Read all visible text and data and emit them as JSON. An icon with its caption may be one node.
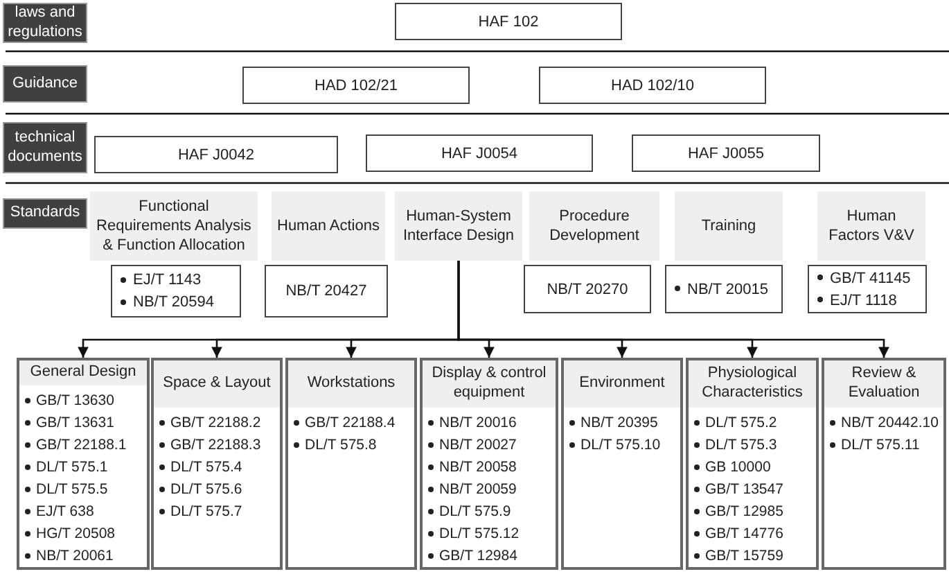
{
  "diagram": {
    "nodes": [
      {
        "text": [
          "laws and regulations"
        ]
      },
      {
        "text": [
          "HAF 102"
        ]
      },
      {
        "text": [
          "Guidance"
        ]
      },
      {
        "text": [
          "HAD 102/21"
        ]
      },
      {
        "text": [
          "HAD 102/10"
        ]
      },
      {
        "text": [
          "technical documents"
        ]
      },
      {
        "text": [
          "HAF J0042"
        ]
      },
      {
        "text": [
          "HAF J0054"
        ]
      },
      {
        "text": [
          "HAF J0055"
        ]
      },
      {
        "text": [
          "Standards"
        ]
      },
      {
        "text": [
          "Functional Requirements Analysis & Function Allocation"
        ]
      },
      {
        "text": [
          "EJ/T 1143",
          "NB/T 20594"
        ]
      },
      {
        "text": [
          "Human Actions"
        ]
      },
      {
        "text": [
          "NB/T 20427"
        ]
      },
      {
        "text": [
          "Human-System Interface Design"
        ]
      },
      {
        "text": [
          "Procedure Development"
        ]
      },
      {
        "text": [
          "NB/T 20270"
        ]
      },
      {
        "text": [
          "Training"
        ]
      },
      {
        "text": [
          "NB/T 20015"
        ]
      },
      {
        "text": [
          "Human Factors V&V"
        ]
      },
      {
        "text": [
          "GB/T 41145",
          "EJ/T 1118"
        ]
      },
      {
        "text": [
          "General Design",
          "GB/T 13630",
          "GB/T 13631",
          "GB/T 22188.1",
          "DL/T 575.1",
          "DL/T 575.5",
          "EJ/T 638",
          "HG/T 20508",
          "NB/T 20061"
        ]
      },
      {
        "text": [
          "Space & Layout",
          "GB/T 22188.2",
          "GB/T 22188.3",
          "DL/T 575.4",
          "DL/T 575.6",
          "DL/T 575.7"
        ]
      },
      {
        "text": [
          "Workstations",
          "GB/T 22188.4",
          "DL/T 575.8"
        ]
      },
      {
        "text": [
          "Display & control equipment",
          "NB/T 20016",
          "NB/T 20027",
          "NB/T 20058",
          "NB/T 20059",
          "DL/T 575.9",
          "DL/T 575.12",
          "GB/T 12984"
        ]
      },
      {
        "text": [
          "Environment",
          "NB/T 20395",
          "DL/T 575.10"
        ]
      },
      {
        "text": [
          "Physiological Characteristics",
          "DL/T 575.2",
          "DL/T 575.3",
          "GB 10000",
          "GB/T 13547",
          "GB/T 12985",
          "GB/T 14776",
          "GB/T 15759"
        ]
      },
      {
        "text": [
          "Review & Evaluation",
          "NB/T 20442.10",
          "DL/T 575.11"
        ]
      }
    ],
    "edges": [
      {
        "from": 14,
        "to": 21,
        "arrow": "to"
      },
      {
        "from": 14,
        "to": 22,
        "arrow": "to"
      },
      {
        "from": 14,
        "to": 23,
        "arrow": "to"
      },
      {
        "from": 14,
        "to": 24,
        "arrow": "to"
      },
      {
        "from": 14,
        "to": 25,
        "arrow": "to"
      },
      {
        "from": 14,
        "to": 26,
        "arrow": "to"
      },
      {
        "from": 14,
        "to": 27,
        "arrow": "to"
      }
    ]
  }
}
